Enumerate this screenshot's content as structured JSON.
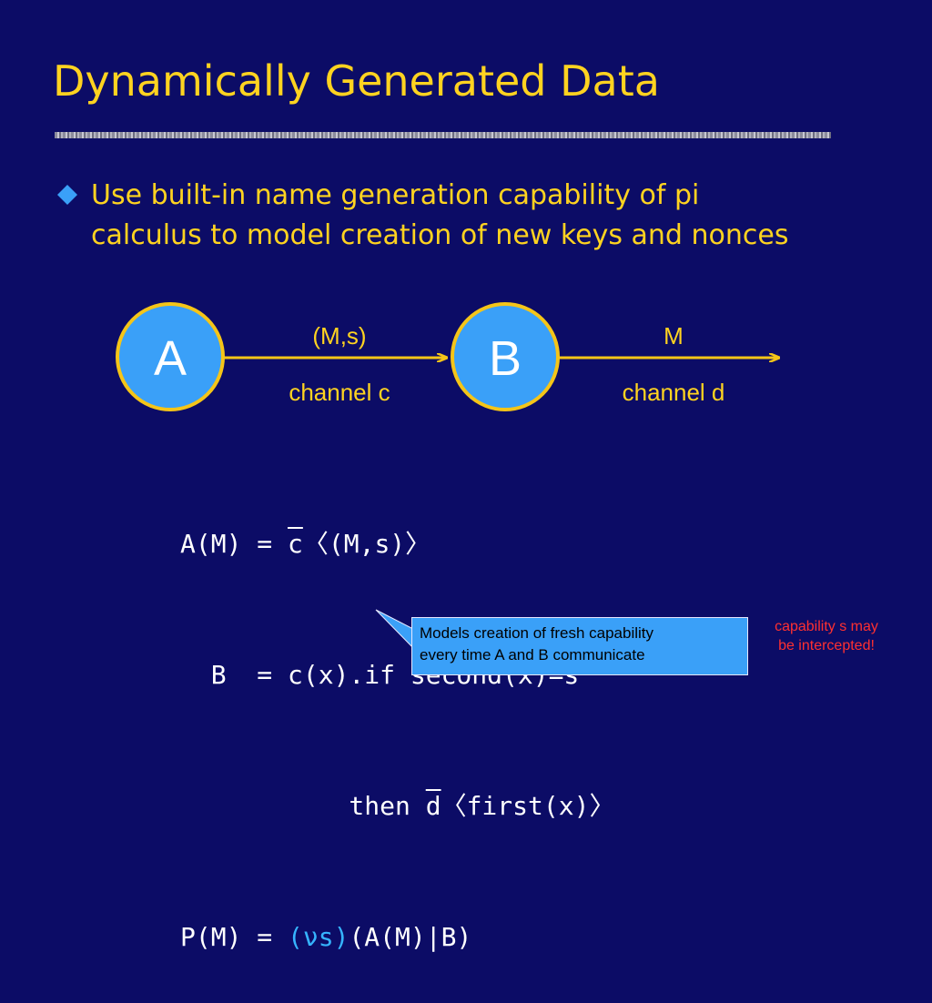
{
  "title": "Dynamically Generated Data",
  "bullet": {
    "icon": "diamond-bullet-icon",
    "line1": "Use built-in name generation capability of pi",
    "line2": "calculus to model creation of new keys and nonces"
  },
  "diagram": {
    "node_a": "A",
    "node_b": "B",
    "edge1_message": "(M,s)",
    "edge1_channel": "channel c",
    "edge2_message": "M",
    "edge2_channel": "channel d"
  },
  "code": {
    "line1_lhs": "A(M) = ",
    "line1_chan": "c",
    "line1_rest": "〈(M,s)〉",
    "line2": "  B  = c(x).if second(x)=s",
    "line3_pre": "           then ",
    "line3_chan": "d",
    "line3_rest": "〈first(x)〉",
    "line4_lhs": "P(M) = ",
    "line4_nu": "(νs)",
    "line4_rest": "(A(M)|B)"
  },
  "callout": {
    "line1": "Models creation of fresh capability",
    "line2": "every time A and B communicate"
  },
  "note": {
    "line1": "capability s may",
    "line2": "be intercepted!"
  },
  "colors": {
    "background": "#0c0c66",
    "title": "#ffd320",
    "node_fill": "#3aa0f8",
    "node_border": "#f5c518",
    "code": "#ffffff",
    "nu": "#36b4ff",
    "callout": "#3aa0f8",
    "note": "#ff3030"
  }
}
